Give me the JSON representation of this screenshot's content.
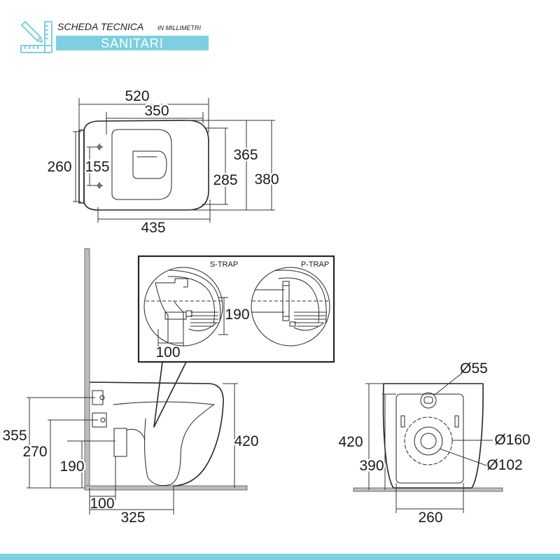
{
  "header": {
    "title": "SCHEDA TECNICA",
    "unit": "IN MILLIMETRI",
    "category": "SANITARI",
    "logo_icon": "pencil-ruler-icon"
  },
  "colors": {
    "accent": "#7dcfe1",
    "line": "#262626",
    "wall": "#bdbdbd"
  },
  "top_view": {
    "top_outer": "520",
    "top_inner": "350",
    "right_inner": "365",
    "right_middle": "285",
    "right_outer": "380",
    "left_outer": "260",
    "left_inner": "155",
    "bottom": "435"
  },
  "trap_detail": {
    "s_trap_label": "S-TRAP",
    "p_trap_label": "P-TRAP",
    "height": "190",
    "pipe_width": "100"
  },
  "side_view": {
    "left_outer": "355",
    "left_middle": "270",
    "left_inner": "190",
    "right": "420",
    "bottom_inner": "100",
    "bottom_outer": "325"
  },
  "rear_view": {
    "inlet_diameter": "Ø55",
    "outlet_outer_diameter": "Ø160",
    "outlet_inner_diameter": "Ø102",
    "left_outer": "420",
    "left_inner": "390",
    "bottom": "260"
  }
}
